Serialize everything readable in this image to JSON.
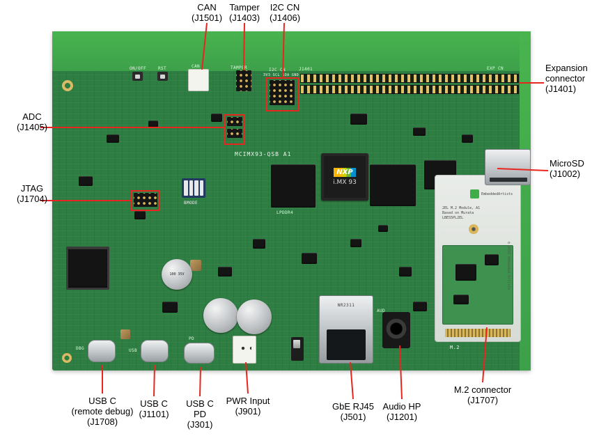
{
  "colors": {
    "annotation": "#e8251f",
    "board": "#2e7d42",
    "board_bright": "#43af4b"
  },
  "callouts": [
    {
      "id": "can",
      "lines": [
        "CAN",
        "(J1501)"
      ]
    },
    {
      "id": "tamper",
      "lines": [
        "Tamper",
        "(J1403)"
      ]
    },
    {
      "id": "i2c",
      "lines": [
        "I2C CN",
        "(J1406)"
      ]
    },
    {
      "id": "expansion",
      "lines": [
        "Expansion",
        "connector",
        "(J1401)"
      ]
    },
    {
      "id": "microsd",
      "lines": [
        "MicroSD",
        "(J1002)"
      ]
    },
    {
      "id": "adc",
      "lines": [
        "ADC",
        "(J1405)"
      ]
    },
    {
      "id": "jtag",
      "lines": [
        "JTAG",
        "(J1704)"
      ]
    },
    {
      "id": "usbc_debug",
      "lines": [
        "USB C",
        "(remote debug)",
        "(J1708)"
      ]
    },
    {
      "id": "usbc",
      "lines": [
        "USB C",
        "(J1101)"
      ]
    },
    {
      "id": "usbc_pd",
      "lines": [
        "USB C",
        "PD",
        "(J301)"
      ]
    },
    {
      "id": "pwr",
      "lines": [
        "PWR Input",
        "(J901)"
      ]
    },
    {
      "id": "gbe",
      "lines": [
        "GbE RJ45",
        "(J501)"
      ]
    },
    {
      "id": "audio",
      "lines": [
        "Audio HP",
        "(J1201)"
      ]
    },
    {
      "id": "m2",
      "lines": [
        "M.2 connector",
        "(J1707)"
      ]
    }
  ],
  "board": {
    "silkscreen": {
      "model": "MCIMX93-QSB A1",
      "lpddr4": "LPDDR4",
      "can": "CAN",
      "tamper": "TAMPER",
      "i2c_cn": "I2C CN",
      "i2c_pins": "3V3 SCL SDA GND",
      "j1401": "J1401",
      "exp_cn": "EXP CN",
      "on_off": "ON/OFF",
      "rst": "RST",
      "bmode": "BMODE",
      "dbg": "DBG",
      "usb": "USB",
      "pd": "PD",
      "aud": "AUD",
      "m2": "M.2"
    },
    "soc": {
      "logo": "NXP",
      "name": "i.MX 93"
    },
    "eth_phy_marking": "NR2311",
    "cap_marking": "100 35V",
    "m2_module": {
      "brand": "EmbeddedArtists",
      "line1": "2EL M.2 Module, A1",
      "line2": "Based on Murata",
      "line3": "LBES5PL2EL",
      "copyright": "© 2022 Embedded Artists"
    }
  }
}
